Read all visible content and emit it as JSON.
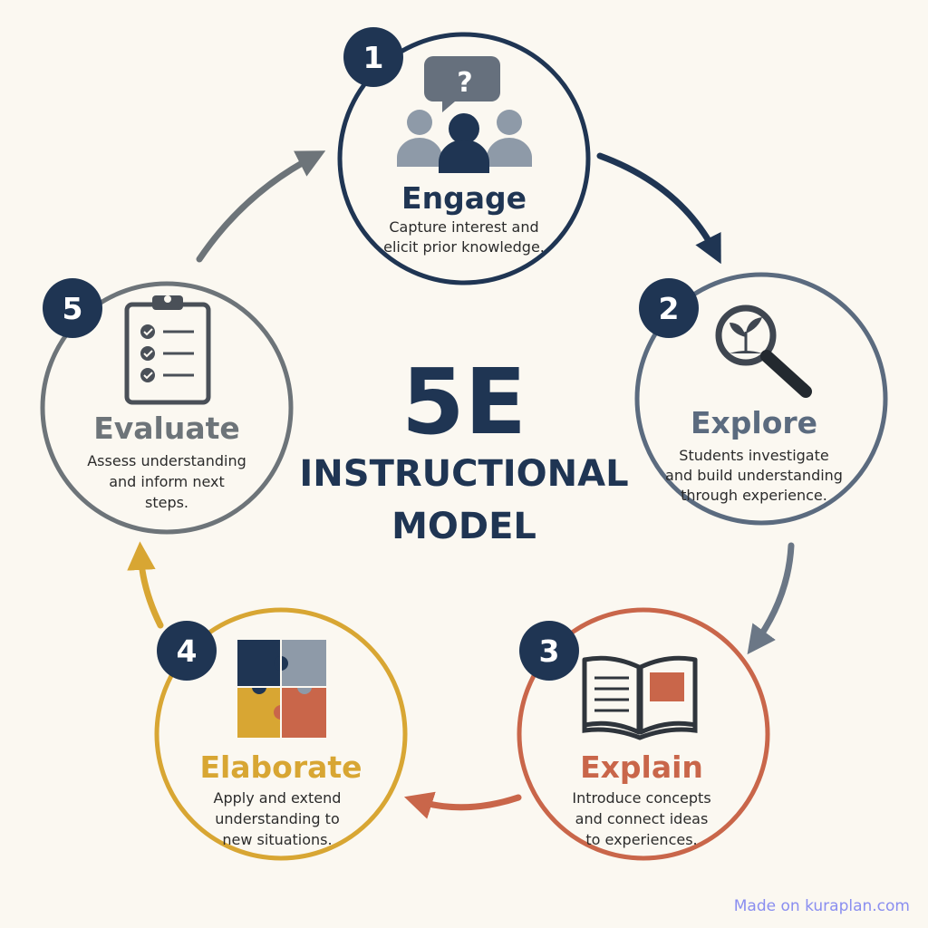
{
  "center": {
    "big": "5E",
    "line1": "INSTRUCTIONAL",
    "line2": "MODEL"
  },
  "phases": [
    {
      "number": "1",
      "title": "Engage",
      "desc": [
        "Capture interest and",
        "elicit prior knowledge."
      ],
      "color": "#1f3553",
      "icon": "discussion-group-icon"
    },
    {
      "number": "2",
      "title": "Explore",
      "desc": [
        "Students investigate",
        "and build understanding",
        "through experience."
      ],
      "color": "#5b6b7f",
      "icon": "magnifier-sprout-icon"
    },
    {
      "number": "3",
      "title": "Explain",
      "desc": [
        "Introduce concepts",
        "and connect ideas",
        "to experiences."
      ],
      "color": "#c9664a",
      "icon": "open-book-icon"
    },
    {
      "number": "4",
      "title": "Elaborate",
      "desc": [
        "Apply and extend",
        "understanding to",
        "new situations."
      ],
      "color": "#d8a633",
      "icon": "puzzle-pieces-icon"
    },
    {
      "number": "5",
      "title": "Evaluate",
      "desc": [
        "Assess understanding",
        "and inform next",
        "steps."
      ],
      "color": "#6d7479",
      "icon": "checklist-clipboard-icon"
    }
  ],
  "colors": {
    "navy": "#1f3553",
    "slate": "#5b6b7f",
    "light_gray": "#8e9aa8",
    "terracotta": "#c9664a",
    "mustard": "#d8a633",
    "gray": "#6d7479",
    "background": "#fbf8f1"
  },
  "credit": "Made on kuraplan.com"
}
